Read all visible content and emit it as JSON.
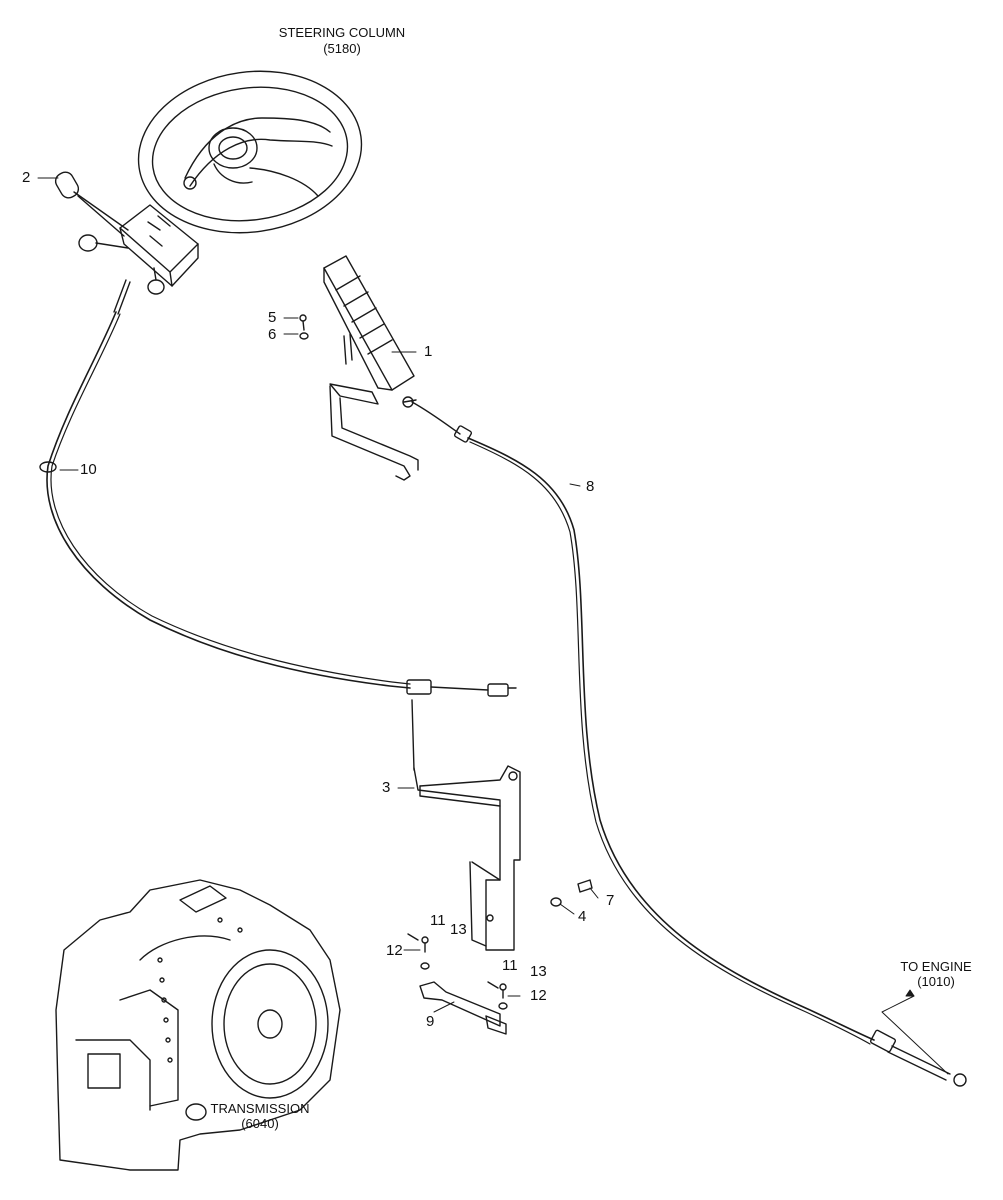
{
  "references": {
    "steering_column": {
      "title": "STEERING COLUMN",
      "code": "(5180)"
    },
    "transmission": {
      "title": "TRANSMISSION",
      "code": "(6040)"
    },
    "engine": {
      "title": "TO ENGINE",
      "code": "(1010)"
    }
  },
  "callouts": {
    "c1": "1",
    "c2": "2",
    "c3": "3",
    "c4": "4",
    "c5": "5",
    "c6": "6",
    "c7": "7",
    "c8": "8",
    "c9": "9",
    "c10": "10",
    "c11a": "11",
    "c11b": "11",
    "c12a": "12",
    "c12b": "12",
    "c13a": "13",
    "c13b": "13"
  },
  "colors": {
    "line": "#1a1a1a",
    "background": "#ffffff"
  }
}
